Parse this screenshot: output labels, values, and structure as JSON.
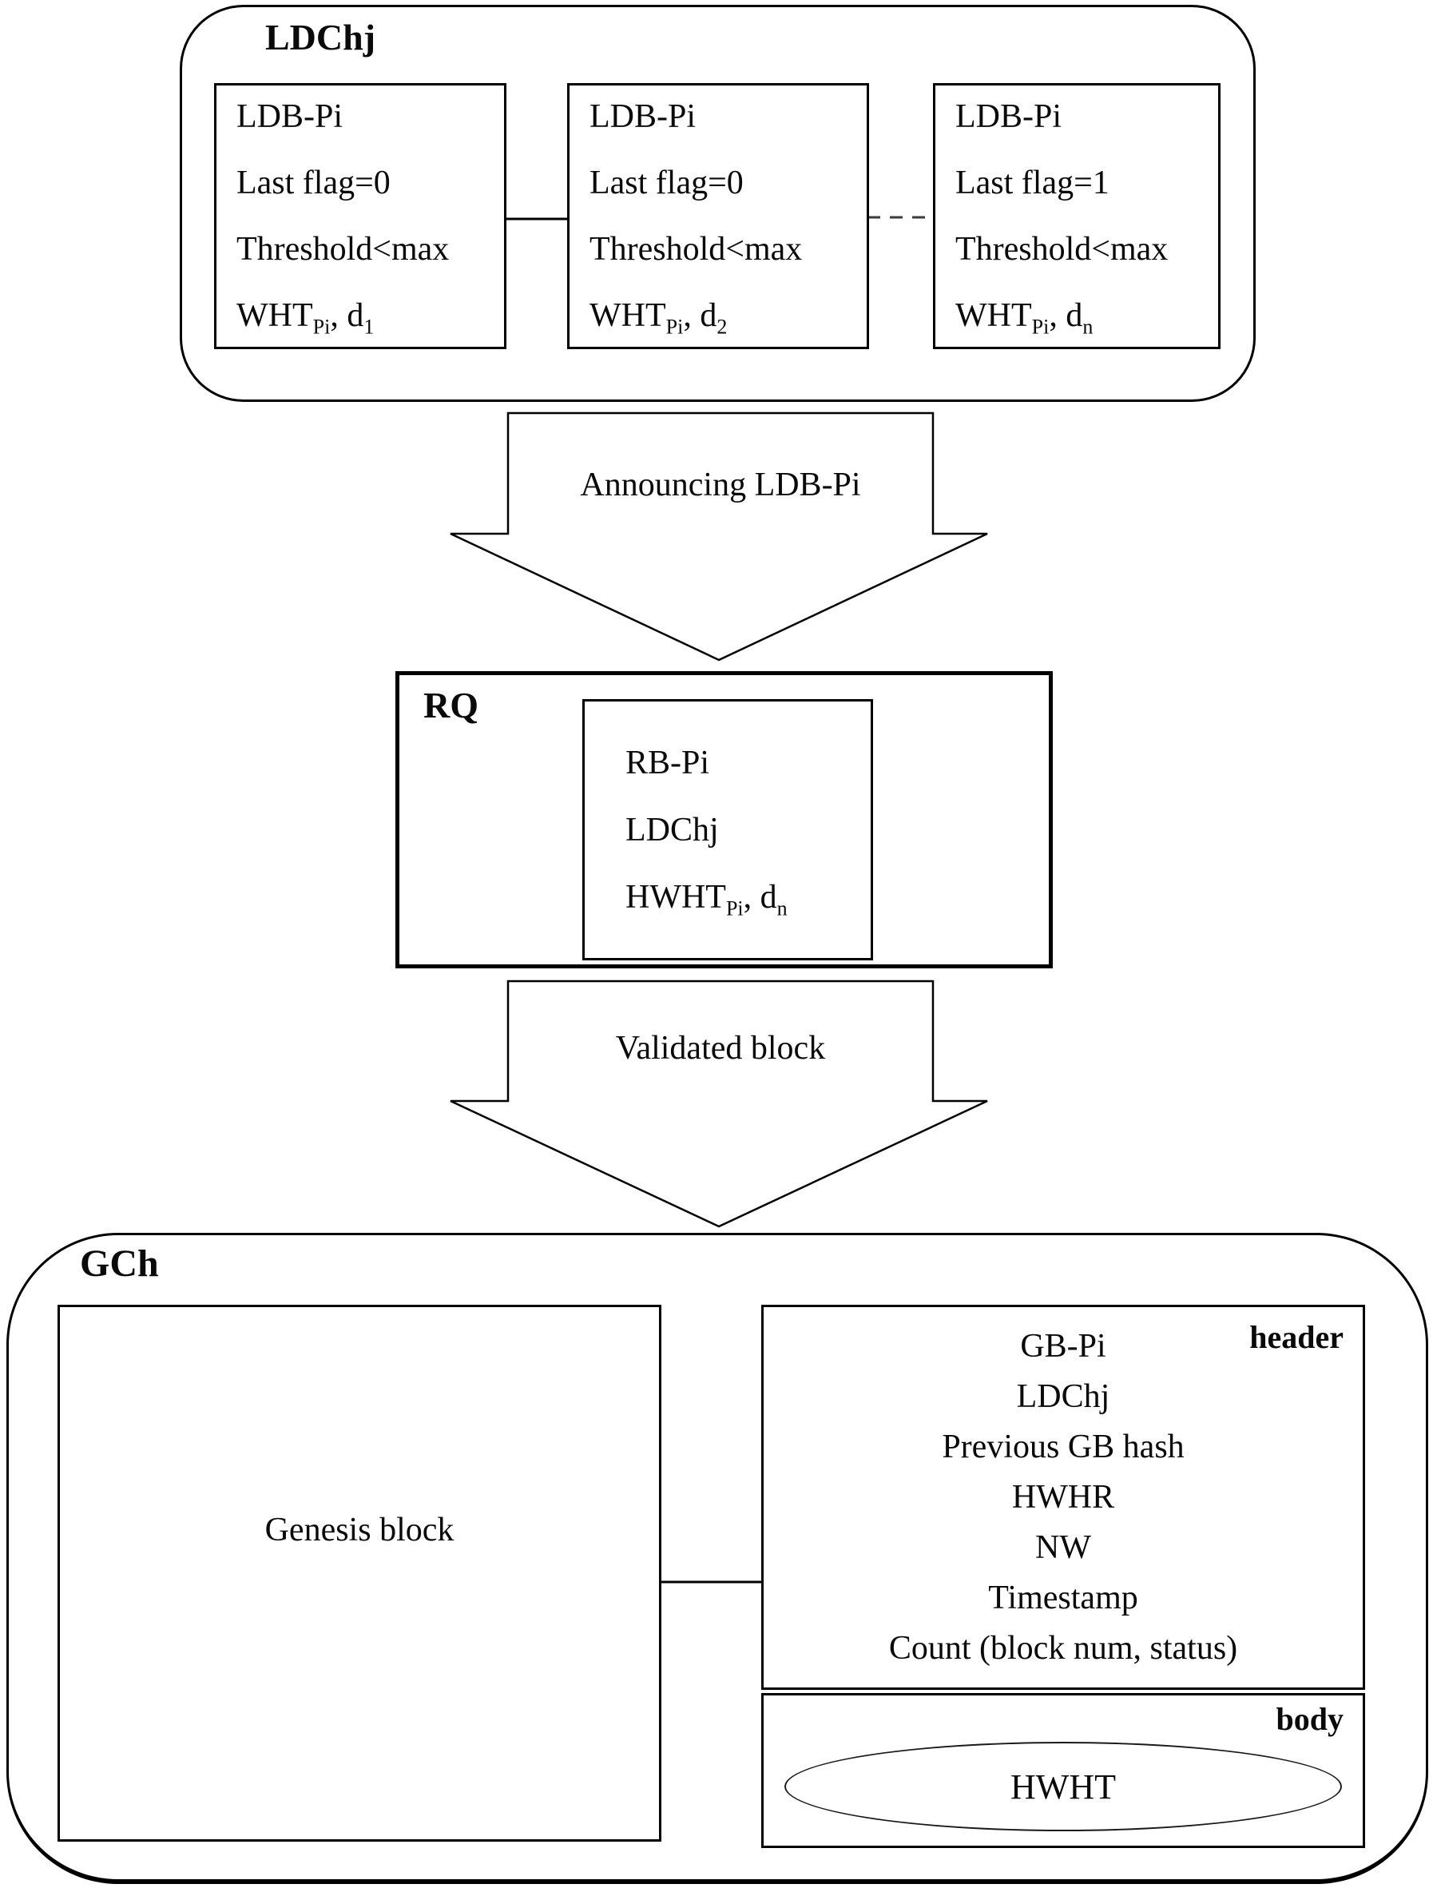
{
  "ldchj": {
    "label": "LDChj",
    "blocks": [
      {
        "name": "LDB-Pi",
        "flag": "Last flag=0",
        "threshold": "Threshold<max",
        "wht_base": "WHT",
        "wht_sub": "Pi",
        "wht_sep": ", d",
        "wht_d_sub": "1"
      },
      {
        "name": "LDB-Pi",
        "flag": "Last flag=0",
        "threshold": "Threshold<max",
        "wht_base": "WHT",
        "wht_sub": "Pi",
        "wht_sep": ", d",
        "wht_d_sub": "2"
      },
      {
        "name": "LDB-Pi",
        "flag": "Last flag=1",
        "threshold": "Threshold<max",
        "wht_base": "WHT",
        "wht_sub": "Pi",
        "wht_sep": ", d",
        "wht_d_sub": "n"
      }
    ]
  },
  "arrow1": {
    "label": "Announcing LDB-Pi"
  },
  "rq": {
    "label": "RQ",
    "block": {
      "line1": "RB-Pi",
      "line2": "LDChj",
      "hwht_base": "HWHT",
      "hwht_sub": "Pi",
      "hwht_sep": ", d",
      "hwht_d_sub": "n"
    }
  },
  "arrow2": {
    "label": "Validated block"
  },
  "gch": {
    "label": "GCh",
    "genesis_label": "Genesis block",
    "header": {
      "label": "header",
      "lines": [
        "GB-Pi",
        "LDChj",
        "Previous GB hash",
        "HWHR",
        "NW",
        "Timestamp",
        "Count (block num, status)"
      ]
    },
    "body": {
      "label": "body",
      "ellipse_label": "HWHT"
    }
  },
  "colors": {
    "ink": "#000000",
    "dash_gray": "#3a3a3a",
    "background": "#ffffff"
  }
}
